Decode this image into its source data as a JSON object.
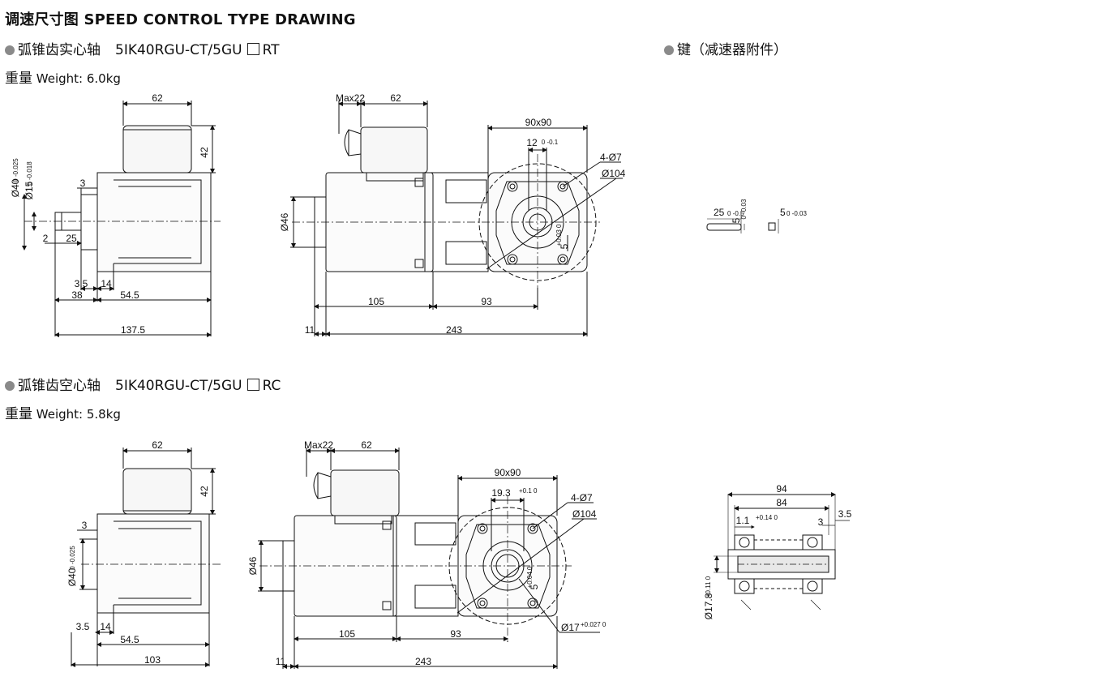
{
  "header": {
    "title": "调速尺寸图 SPEED CONTROL TYPE DRAWING"
  },
  "section_solid": {
    "name": "弧锥齿实心轴",
    "model": "5IK40RGU-CT/5GU",
    "suffix": "RT",
    "weight_cn": "重量",
    "weight_en": "Weight: 6.0kg"
  },
  "section_key": {
    "name": "键（减速器附件）"
  },
  "section_hollow": {
    "name": "弧锥齿空心轴",
    "model": "5IK40RGU-CT/5GU",
    "suffix": "RC",
    "weight_cn": "重量",
    "weight_en": "Weight: 5.8kg"
  },
  "dims_solid": {
    "d62": "62",
    "d42": "42",
    "d3": "3",
    "d2": "2",
    "d25": "25",
    "d3_5": "3.5",
    "d14": "14",
    "d38": "38",
    "d54_5": "54.5",
    "d137_5": "137.5",
    "dia40": "Ø40",
    "dia40_tol": "0 -0.025",
    "dia15": "Ø15",
    "dia15_tol": "0 -0.018",
    "max22": "Max22",
    "d62b": "62",
    "dia46": "Ø46",
    "d90x90": "90x90",
    "d12": "12",
    "d12_tol": "0 -0.1",
    "holes": "4-Ø7",
    "dia104": "Ø104",
    "d5": "5",
    "d5_tol": "+0.03 0",
    "d105": "105",
    "d93": "93",
    "d11": "11",
    "d243": "243"
  },
  "dims_key": {
    "k25": "25",
    "k25_tol": "0 -0.5",
    "k5": "5",
    "k5_tol": "0 -0.03",
    "k5b": "5",
    "k5b_tol": "0 -0.03"
  },
  "dims_hollow": {
    "d62": "62",
    "d42": "42",
    "d3": "3",
    "dia40": "Ø40",
    "dia40_tol": "0 -0.025",
    "d3_5": "3.5",
    "d14": "14",
    "d54_5": "54.5",
    "d103": "103",
    "max22": "Max22",
    "d62b": "62",
    "dia46": "Ø46",
    "d90x90": "90x90",
    "d19_3": "19.3",
    "d19_3_tol": "+0.1 0",
    "holes": "4-Ø7",
    "dia104": "Ø104",
    "d5": "5",
    "d5_tol": "+0.04 0",
    "dia17": "Ø17",
    "dia17_tol": "+0.027 0",
    "d105": "105",
    "d93": "93",
    "d11": "11",
    "d243": "243",
    "d94": "94",
    "d84": "84",
    "d1_1": "1.1",
    "d1_1_tol": "+0.14 0",
    "d3b": "3",
    "d3_5b": "3.5",
    "dia17_8": "Ø17.8",
    "dia17_8_tol": "+0.11 0"
  }
}
